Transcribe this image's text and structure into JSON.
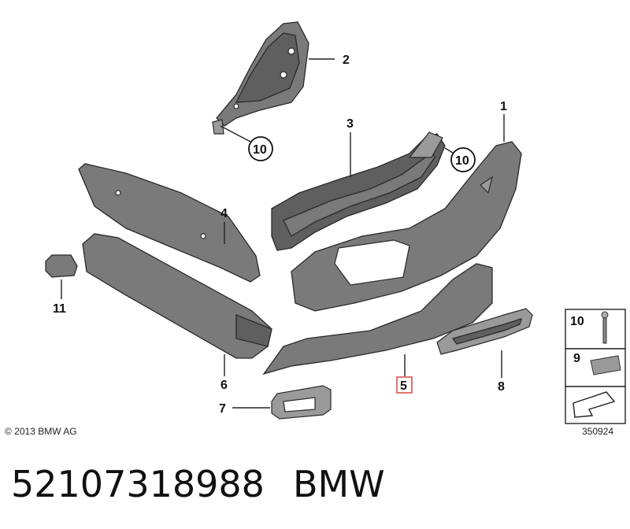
{
  "callouts": {
    "c1": "1",
    "c2": "2",
    "c3": "3",
    "c4": "4",
    "c5": "5",
    "c6": "6",
    "c7": "7",
    "c8": "8",
    "c11": "11",
    "c10a": "10",
    "c10b": "10"
  },
  "legend": {
    "item10": "10",
    "item9": "9"
  },
  "copyright": "© 2013 BMW AG",
  "diagram_id": "350924",
  "footer": {
    "part_number": "52107318988",
    "brand": "BMW"
  },
  "colors": {
    "part_fill": "#7a7a7a",
    "highlight_box": "#d9534f"
  }
}
